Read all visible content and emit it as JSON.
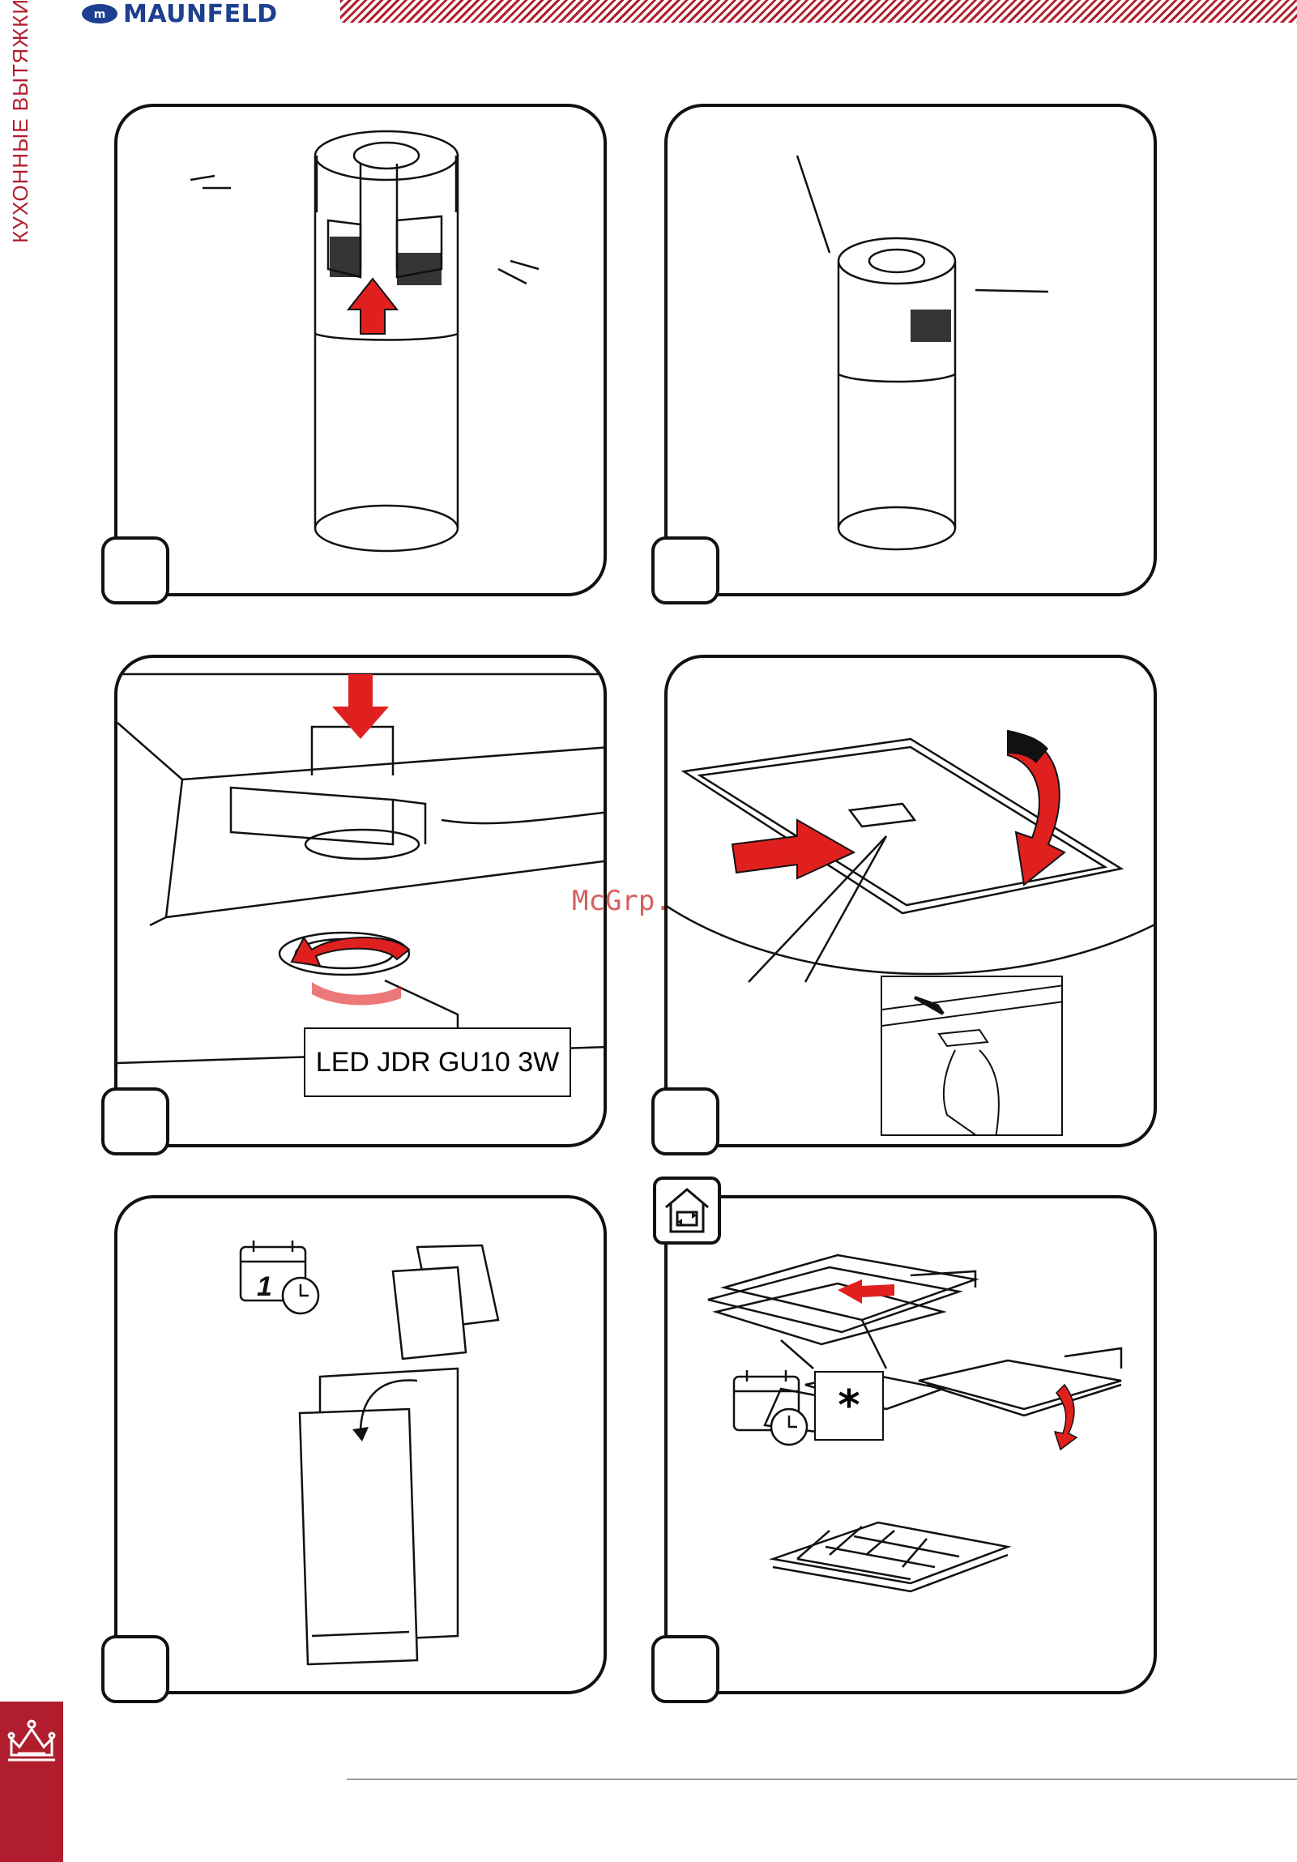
{
  "header": {
    "brand_name": "MAUNFELD",
    "side_section": "КУХОННЫЕ ВЫТЯЖКИ"
  },
  "watermark": "McGrp.Ru",
  "panels": {
    "led_label": "LED JDR GU10 3W",
    "calendar_digit": "1",
    "asterisk": "*"
  },
  "colors": {
    "brand_red": "#b01e2d",
    "brand_blue": "#1d3f8f",
    "arrow_red": "#e0201f",
    "outline": "#111111"
  },
  "icons": {
    "logo": "maunfeld-logo-icon",
    "crown": "crown-icon",
    "calendar": "calendar-clock-icon",
    "house": "house-recirculation-icon",
    "dishwasher": "dishwasher-icon"
  }
}
